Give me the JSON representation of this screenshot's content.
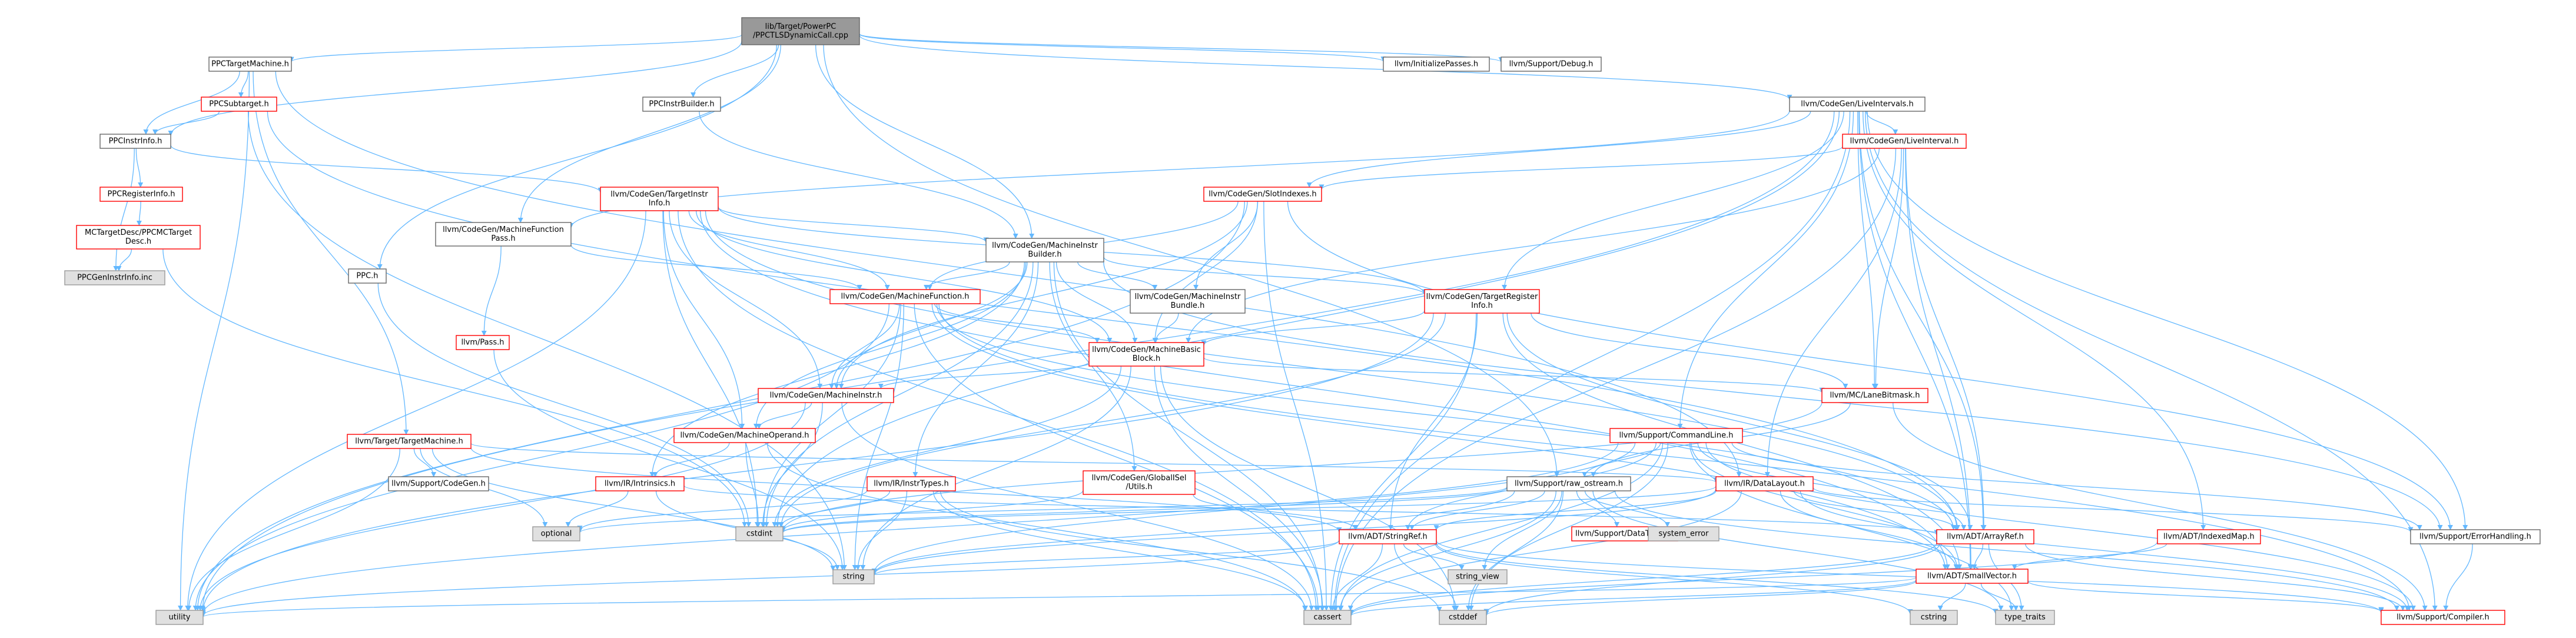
{
  "graph": {
    "colors": {
      "focus_fill": "#999999",
      "focus_border": "#666666",
      "node_fill": "#ffffff",
      "node_border_ok": "#666666",
      "node_border_truncated": "#ff0000",
      "system_fill": "#e0e0e0",
      "system_border": "#999999",
      "edge": "#63b8ff"
    },
    "nodes": [
      {
        "id": "focus",
        "label": [
          "lib/Target/PowerPC",
          "/PPCTLSDynamicCall.cpp"
        ],
        "kind": "focus"
      },
      {
        "id": "ppctm",
        "label": [
          "PPCTargetMachine.h"
        ],
        "kind": "normal"
      },
      {
        "id": "ppcsub",
        "label": [
          "PPCSubtarget.h"
        ],
        "kind": "truncated"
      },
      {
        "id": "ppcinstrinfo",
        "label": [
          "PPCInstrInfo.h"
        ],
        "kind": "normal"
      },
      {
        "id": "ppcreginfo",
        "label": [
          "PPCRegisterInfo.h"
        ],
        "kind": "truncated"
      },
      {
        "id": "mcdesc",
        "label": [
          "MCTargetDesc/PPCMCTarget",
          "Desc.h"
        ],
        "kind": "truncated"
      },
      {
        "id": "ppcgeninc",
        "label": [
          "PPCGenInstrInfo.inc"
        ],
        "kind": "system"
      },
      {
        "id": "ppcinstrbuilder",
        "label": [
          "PPCInstrBuilder.h"
        ],
        "kind": "normal"
      },
      {
        "id": "ppch",
        "label": [
          "PPC.h"
        ],
        "kind": "normal"
      },
      {
        "id": "initpasses",
        "label": [
          "llvm/InitializePasses.h"
        ],
        "kind": "normal"
      },
      {
        "id": "debug",
        "label": [
          "llvm/Support/Debug.h"
        ],
        "kind": "normal"
      },
      {
        "id": "liveintervals",
        "label": [
          "llvm/CodeGen/LiveIntervals.h"
        ],
        "kind": "normal"
      },
      {
        "id": "liveinterval",
        "label": [
          "llvm/CodeGen/LiveInterval.h"
        ],
        "kind": "truncated"
      },
      {
        "id": "slotindexes",
        "label": [
          "llvm/CodeGen/SlotIndexes.h"
        ],
        "kind": "truncated"
      },
      {
        "id": "tii",
        "label": [
          "llvm/CodeGen/TargetInstr",
          "Info.h"
        ],
        "kind": "truncated"
      },
      {
        "id": "mfpass",
        "label": [
          "llvm/CodeGen/MachineFunction",
          "Pass.h"
        ],
        "kind": "normal"
      },
      {
        "id": "mib",
        "label": [
          "llvm/CodeGen/MachineInstr",
          "Builder.h"
        ],
        "kind": "normal"
      },
      {
        "id": "mf",
        "label": [
          "llvm/CodeGen/MachineFunction.h"
        ],
        "kind": "truncated"
      },
      {
        "id": "mibundle",
        "label": [
          "llvm/CodeGen/MachineInstr",
          "Bundle.h"
        ],
        "kind": "normal"
      },
      {
        "id": "tri",
        "label": [
          "llvm/CodeGen/TargetRegister",
          "Info.h"
        ],
        "kind": "truncated"
      },
      {
        "id": "mbb",
        "label": [
          "llvm/CodeGen/MachineBasic",
          "Block.h"
        ],
        "kind": "truncated"
      },
      {
        "id": "pass",
        "label": [
          "llvm/Pass.h"
        ],
        "kind": "truncated"
      },
      {
        "id": "mi",
        "label": [
          "llvm/CodeGen/MachineInstr.h"
        ],
        "kind": "truncated"
      },
      {
        "id": "lanebitmask",
        "label": [
          "llvm/MC/LaneBitmask.h"
        ],
        "kind": "truncated"
      },
      {
        "id": "mo",
        "label": [
          "llvm/CodeGen/MachineOperand.h"
        ],
        "kind": "truncated"
      },
      {
        "id": "cmdline",
        "label": [
          "llvm/Support/CommandLine.h"
        ],
        "kind": "truncated"
      },
      {
        "id": "tm",
        "label": [
          "llvm/Target/TargetMachine.h"
        ],
        "kind": "truncated"
      },
      {
        "id": "codegen",
        "label": [
          "llvm/Support/CodeGen.h"
        ],
        "kind": "normal"
      },
      {
        "id": "intrinsics",
        "label": [
          "llvm/IR/Intrinsics.h"
        ],
        "kind": "truncated"
      },
      {
        "id": "insttypes",
        "label": [
          "llvm/IR/InstrTypes.h"
        ],
        "kind": "truncated"
      },
      {
        "id": "globalisel",
        "label": [
          "llvm/CodeGen/GlobalISel",
          "/Utils.h"
        ],
        "kind": "truncated"
      },
      {
        "id": "rawostream",
        "label": [
          "llvm/Support/raw_ostream.h"
        ],
        "kind": "normal"
      },
      {
        "id": "datalayout",
        "label": [
          "llvm/IR/DataLayout.h"
        ],
        "kind": "truncated"
      },
      {
        "id": "datatypes",
        "label": [
          "llvm/Support/DataTypes.h"
        ],
        "kind": "truncated"
      },
      {
        "id": "systemerror",
        "label": [
          "system_error"
        ],
        "kind": "system"
      },
      {
        "id": "stringref",
        "label": [
          "llvm/ADT/StringRef.h"
        ],
        "kind": "truncated"
      },
      {
        "id": "arrayref",
        "label": [
          "llvm/ADT/ArrayRef.h"
        ],
        "kind": "truncated"
      },
      {
        "id": "indexedmap",
        "label": [
          "llvm/ADT/IndexedMap.h"
        ],
        "kind": "truncated"
      },
      {
        "id": "errorhandling",
        "label": [
          "llvm/Support/ErrorHandling.h"
        ],
        "kind": "normal"
      },
      {
        "id": "smallvector",
        "label": [
          "llvm/ADT/SmallVector.h"
        ],
        "kind": "truncated"
      },
      {
        "id": "compiler",
        "label": [
          "llvm/Support/Compiler.h"
        ],
        "kind": "truncated"
      },
      {
        "id": "optional",
        "label": [
          "optional"
        ],
        "kind": "system"
      },
      {
        "id": "cstdint",
        "label": [
          "cstdint"
        ],
        "kind": "system"
      },
      {
        "id": "string",
        "label": [
          "string"
        ],
        "kind": "system"
      },
      {
        "id": "stringview",
        "label": [
          "string_view"
        ],
        "kind": "system"
      },
      {
        "id": "utility",
        "label": [
          "utility"
        ],
        "kind": "system"
      },
      {
        "id": "cstddef",
        "label": [
          "cstddef"
        ],
        "kind": "system"
      },
      {
        "id": "cassert",
        "label": [
          "cassert"
        ],
        "kind": "system"
      },
      {
        "id": "cstring",
        "label": [
          "cstring"
        ],
        "kind": "system"
      },
      {
        "id": "typetraits",
        "label": [
          "type_traits"
        ],
        "kind": "system"
      }
    ]
  }
}
